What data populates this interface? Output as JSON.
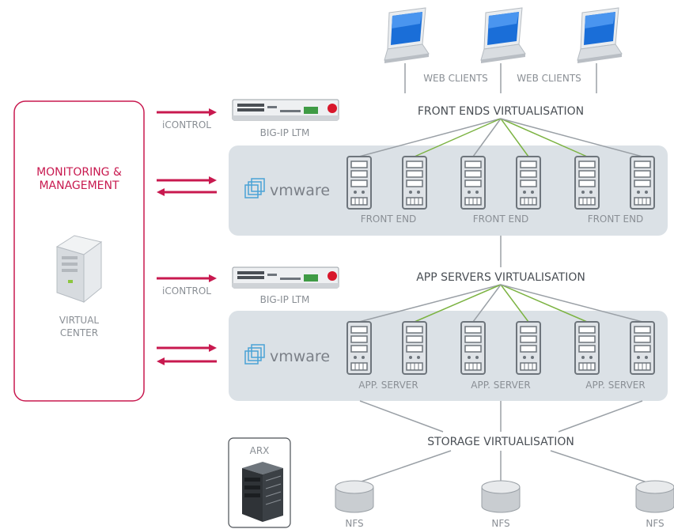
{
  "labels": {
    "web_clients_1": "WEB CLIENTS",
    "web_clients_2": "WEB CLIENTS",
    "front_ends_virtualisation": "FRONT ENDS VIRTUALISATION",
    "app_servers_virtualisation": "APP SERVERS VIRTUALISATION",
    "storage_virtualisation": "STORAGE VIRTUALISATION",
    "monitoring_line1": "MONITORING &",
    "monitoring_line2": "MANAGEMENT",
    "virtual_center_line1": "VIRTUAL",
    "virtual_center_line2": "CENTER",
    "icontrol_1": "iCONTROL",
    "icontrol_2": "iCONTROL",
    "bigip_1": "BIG-IP LTM",
    "bigip_2": "BIG-IP LTM",
    "front_end": [
      "FRONT END",
      "FRONT END",
      "FRONT END"
    ],
    "app_server": [
      "APP. SERVER",
      "APP. SERVER",
      "APP. SERVER"
    ],
    "nfs": [
      "NFS",
      "NFS",
      "NFS"
    ],
    "arx": "ARX",
    "vmware_logo_1": "vmware",
    "vmware_logo_2": "vmware"
  },
  "colors": {
    "accent": "#c8194f",
    "panel": "#dbe1e6",
    "link_green": "#7cb342",
    "link_grey": "#9aa0a6"
  },
  "icons": [
    "laptop-icon",
    "server-icon",
    "load-balancer-icon",
    "tower-server-icon",
    "storage-cylinder-icon",
    "arx-appliance-icon",
    "vmware-logo-icon"
  ]
}
